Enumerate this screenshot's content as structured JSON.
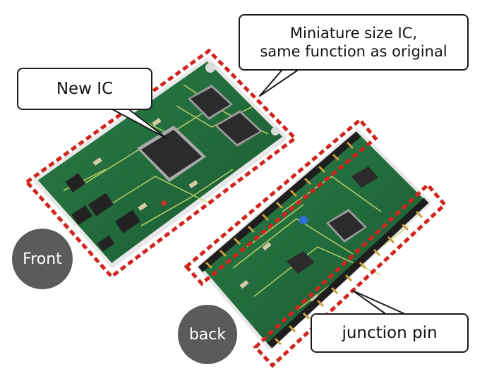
{
  "callouts": {
    "new_ic": "New IC",
    "miniature_line1": "Miniature size IC,",
    "miniature_line2": "same function as original",
    "junction_pin": "junction pin"
  },
  "badges": {
    "front": "Front",
    "back": "back"
  },
  "colors": {
    "highlight_dash": "#d0241c",
    "pcb_green": "#1f6b3a",
    "badge_gray": "#5b5b5b"
  }
}
